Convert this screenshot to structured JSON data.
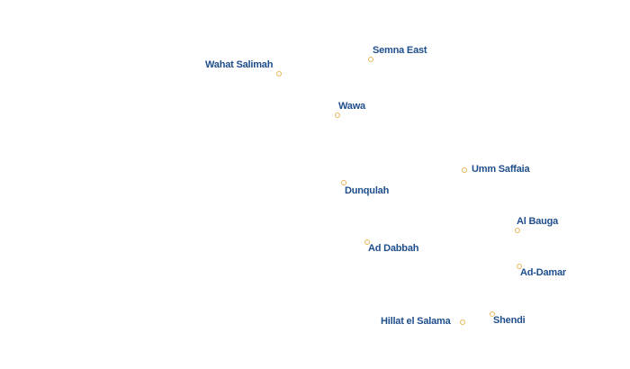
{
  "marker_color": "#e8b458",
  "label_color": "#1f4e8c",
  "places": [
    {
      "id": "semna-east",
      "name": "Semna East"
    },
    {
      "id": "wahat-salimah",
      "name": "Wahat Salimah"
    },
    {
      "id": "wawa",
      "name": "Wawa"
    },
    {
      "id": "umm-saffaia",
      "name": "Umm Saffaia"
    },
    {
      "id": "dunqulah",
      "name": "Dunqulah"
    },
    {
      "id": "al-bauga",
      "name": "Al Bauga"
    },
    {
      "id": "ad-dabbah",
      "name": "Ad Dabbah"
    },
    {
      "id": "ad-damar",
      "name": "Ad-Damar"
    },
    {
      "id": "shendi",
      "name": "Shendi"
    },
    {
      "id": "hillat-el-salama",
      "name": "Hillat el Salama"
    }
  ]
}
